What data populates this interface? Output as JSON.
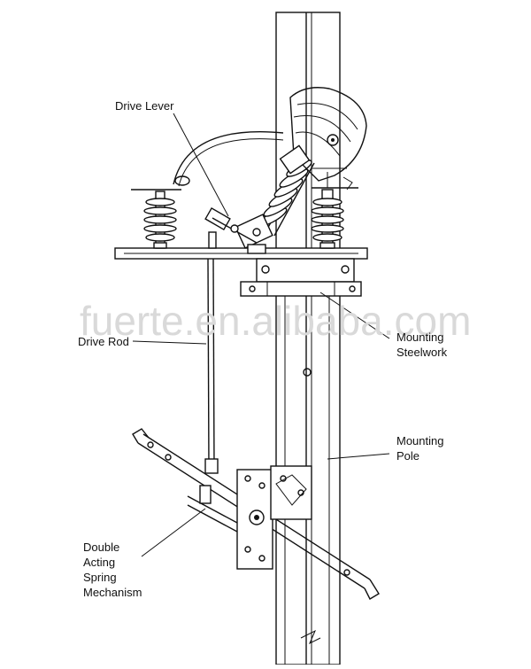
{
  "watermark": "fuerte.en.alibaba.com",
  "labels": {
    "drive_lever": "Drive Lever",
    "drive_rod": "Drive Rod",
    "mounting_steelwork_1": "Mounting",
    "mounting_steelwork_2": "Steelwork",
    "mounting_pole_1": "Mounting",
    "mounting_pole_2": "Pole",
    "spring_1": "Double",
    "spring_2": "Acting",
    "spring_3": "Spring",
    "spring_4": "Mechanism"
  },
  "colors": {
    "line": "#111111",
    "background": "#ffffff",
    "watermark": "#d9d9d9"
  }
}
